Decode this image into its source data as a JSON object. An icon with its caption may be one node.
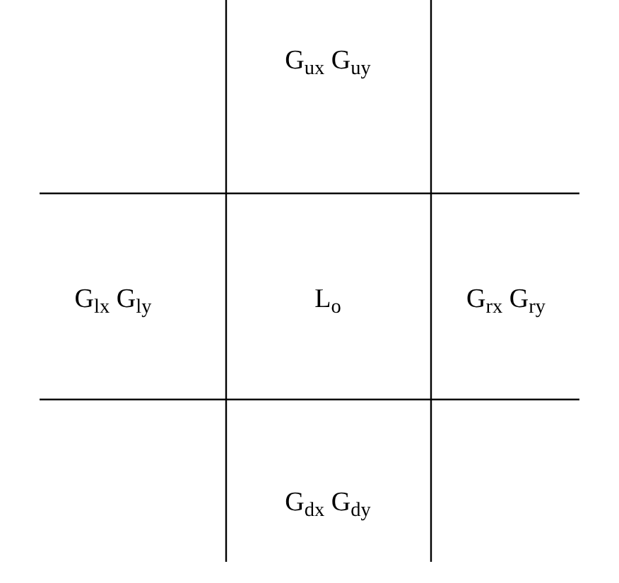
{
  "diagram": {
    "labels": [
      "G$_{ux}$ G$_{uy}$",
      "G$_{lx}$ G$_{ly}$",
      "L$_{o}$",
      "G$_{rx}$ G$_{ry}$",
      "G$_{dx}$ G$_{dy}$"
    ]
  }
}
